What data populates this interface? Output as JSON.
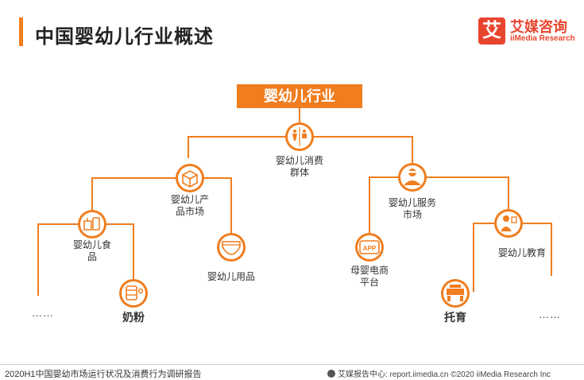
{
  "header": {
    "title": "中国婴幼儿行业概述",
    "brand_mark": "艾",
    "brand_name": "艾媒咨询",
    "brand_sub": "iiMedia Research"
  },
  "diagram": {
    "root": "婴幼儿行业",
    "consumer_line1": "婴幼儿消费",
    "consumer_line2": "群体",
    "products_line1": "婴幼儿产",
    "products_line2": "品市场",
    "food_line1": "婴幼儿食",
    "food_line2": "品",
    "milk": "奶粉",
    "supplies": "婴幼儿用品",
    "services_line1": "婴幼儿服务",
    "services_line2": "市场",
    "ecommerce_line1": "母婴电商",
    "ecommerce_line2": "平台",
    "app_icon_text": "APP",
    "education": "婴幼儿教育",
    "nursery": "托育",
    "ellipsis": "……",
    "accent_color": "#f07d1e"
  },
  "footer": {
    "left": "2020H1中国婴幼市场运行状况及消费行为调研报告",
    "right": "艾媒报告中心: report.iimedia.cn   ©2020  iiMedia Research  Inc"
  }
}
